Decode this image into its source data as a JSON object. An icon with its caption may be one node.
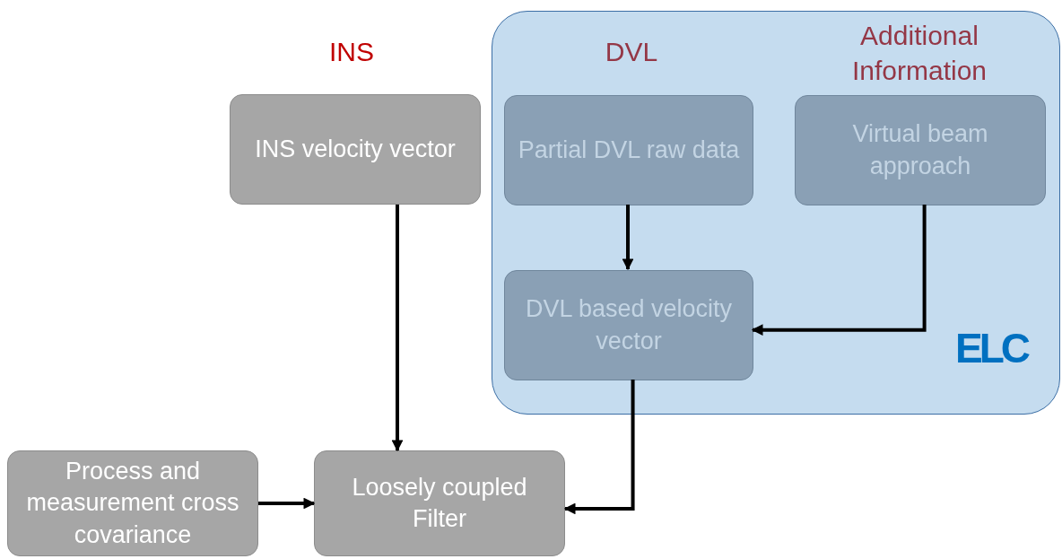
{
  "diagram": {
    "nodes": [
      {
        "text": [
          "ELC"
        ]
      },
      {
        "text": [
          "INS velocity vector"
        ]
      },
      {
        "text": [
          "Partial DVL raw data"
        ],
        "in": 0
      },
      {
        "text": [
          "Virtual beam approach"
        ],
        "in": 0
      },
      {
        "text": [
          "DVL based velocity vector"
        ],
        "in": 0
      },
      {
        "text": [
          "Process and measurement cross covariance"
        ]
      },
      {
        "text": [
          "Loosely coupled Filter"
        ]
      }
    ],
    "edges": [
      {
        "from": 1,
        "to": 6,
        "arrow": "to"
      },
      {
        "from": 2,
        "to": 4,
        "arrow": "to"
      },
      {
        "from": 3,
        "to": 4,
        "arrow": "to"
      },
      {
        "from": 4,
        "to": 6,
        "arrow": "to"
      },
      {
        "from": 5,
        "to": 6,
        "arrow": "to"
      }
    ],
    "labels": [
      "INS",
      "DVL",
      "Additional Information"
    ]
  }
}
